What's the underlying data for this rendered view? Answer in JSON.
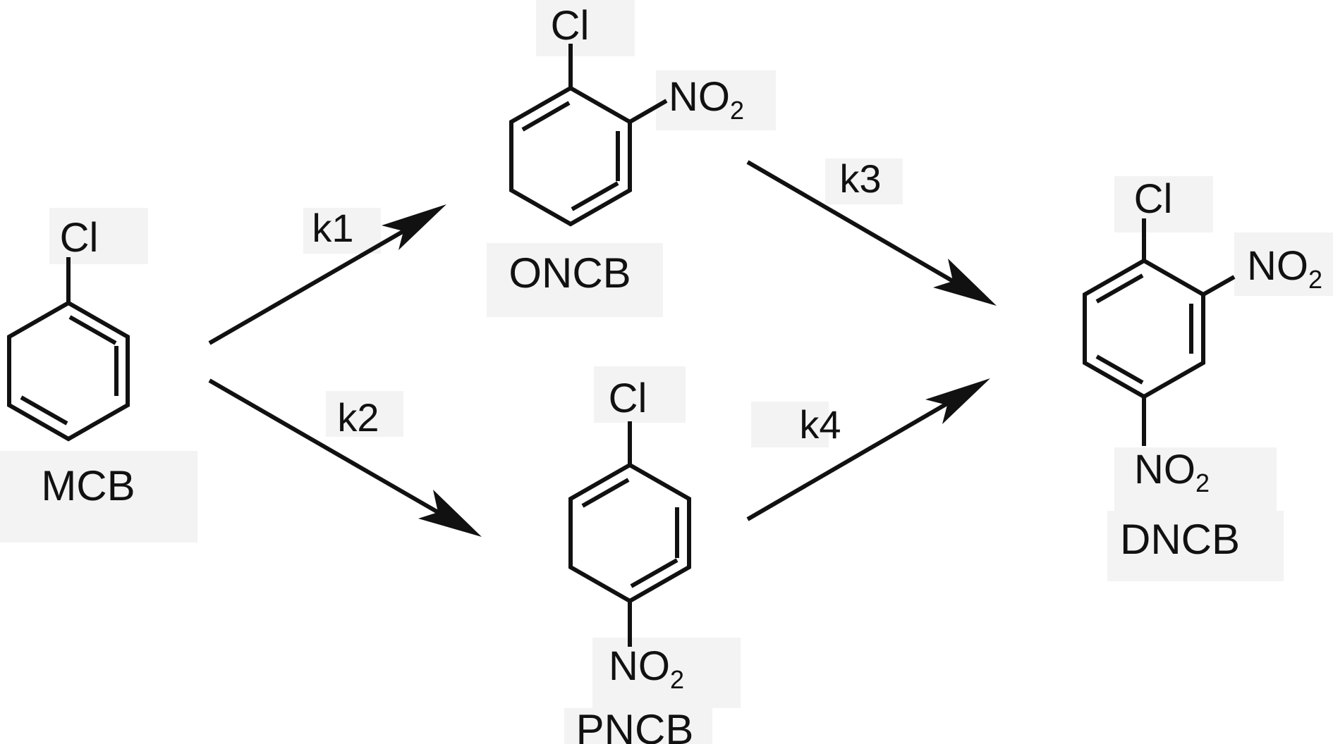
{
  "compounds": {
    "mcb": {
      "name": "MCB",
      "substituents": [
        "Cl"
      ]
    },
    "oncb": {
      "name": "ONCB",
      "substituents": [
        "Cl",
        "NO2"
      ]
    },
    "pncb": {
      "name": "PNCB",
      "substituents": [
        "Cl",
        "NO2"
      ]
    },
    "dncb": {
      "name": "DNCB",
      "substituents": [
        "Cl",
        "NO2",
        "NO2"
      ]
    }
  },
  "atoms": {
    "cl": "Cl",
    "no": "NO",
    "subscript_2": "2"
  },
  "reactions": [
    {
      "label": "k1",
      "from": "MCB",
      "to": "ONCB"
    },
    {
      "label": "k2",
      "from": "MCB",
      "to": "PNCB"
    },
    {
      "label": "k3",
      "from": "ONCB",
      "to": "DNCB"
    },
    {
      "label": "k4",
      "from": "PNCB",
      "to": "DNCB"
    }
  ],
  "colors": {
    "ink": "#111111",
    "label_background": "#f3f3f3",
    "page_background": "#ffffff"
  }
}
